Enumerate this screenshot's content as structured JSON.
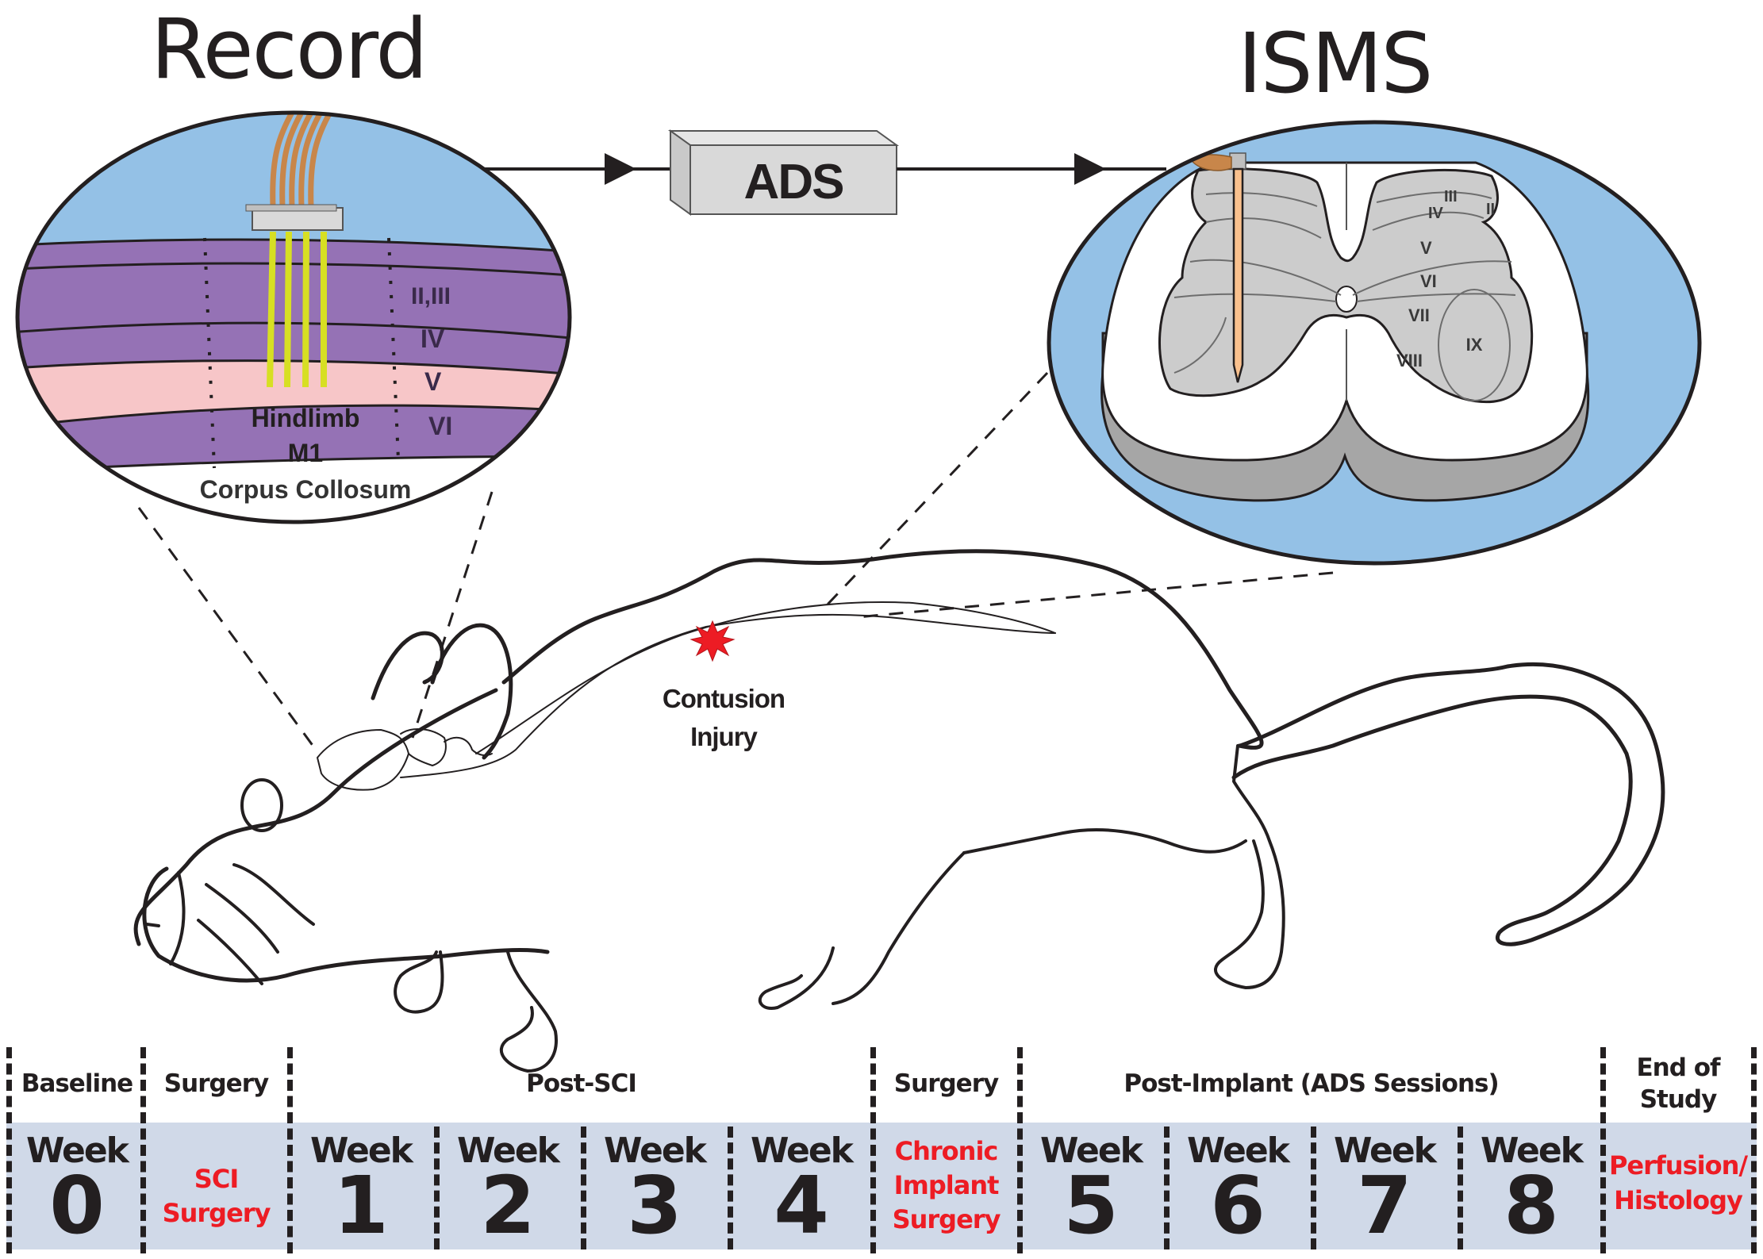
{
  "titles": {
    "record": "Record",
    "isms": "ISMS"
  },
  "ads_box": {
    "label": "ADS"
  },
  "brain_inset": {
    "layers": [
      "II,III",
      "IV",
      "V",
      "VI"
    ],
    "region_line1": "Hindlimb",
    "region_line2": "M1",
    "white_matter": "Corpus Collosum",
    "colors": {
      "background": "#94c1e6",
      "cortex": "#9572b5",
      "layer_v": "#f7c6c8",
      "electrode": "#d7df23",
      "cable": "#c8864a",
      "connector": "#d9d9d9"
    }
  },
  "spinal_inset": {
    "laminae": [
      "III",
      "II",
      "IV",
      "V",
      "VI",
      "VII",
      "VIII",
      "IX"
    ],
    "colors": {
      "background": "#94c1e6",
      "grey_matter": "#cccccc",
      "white_matter": "#ffffff",
      "shadow": "#a6a6a6",
      "electrode": "#f9c08d"
    }
  },
  "injury": {
    "label_line1": "Contusion",
    "label_line2": "Injury",
    "color": "#ed1c24"
  },
  "timeline": {
    "band_color": "#d0d9e8",
    "accent_color": "#ed1c24",
    "phases": [
      {
        "header": "Baseline",
        "cells": [
          {
            "type": "week",
            "label": "Week",
            "number": "0"
          }
        ]
      },
      {
        "header": "Surgery",
        "cells": [
          {
            "type": "event",
            "lines": [
              "SCI",
              "Surgery"
            ]
          }
        ]
      },
      {
        "header": "Post-SCI",
        "cells": [
          {
            "type": "week",
            "label": "Week",
            "number": "1"
          },
          {
            "type": "week",
            "label": "Week",
            "number": "2"
          },
          {
            "type": "week",
            "label": "Week",
            "number": "3"
          },
          {
            "type": "week",
            "label": "Week",
            "number": "4"
          }
        ]
      },
      {
        "header": "Surgery",
        "cells": [
          {
            "type": "event",
            "lines": [
              "Chronic",
              "Implant",
              "Surgery"
            ]
          }
        ]
      },
      {
        "header": "Post-Implant (ADS Sessions)",
        "cells": [
          {
            "type": "week",
            "label": "Week",
            "number": "5"
          },
          {
            "type": "week",
            "label": "Week",
            "number": "6"
          },
          {
            "type": "week",
            "label": "Week",
            "number": "7"
          },
          {
            "type": "week",
            "label": "Week",
            "number": "8"
          }
        ]
      },
      {
        "header_lines": [
          "End of",
          "Study"
        ],
        "cells": [
          {
            "type": "event",
            "lines": [
              "Perfusion/",
              "Histology"
            ]
          }
        ]
      }
    ]
  }
}
